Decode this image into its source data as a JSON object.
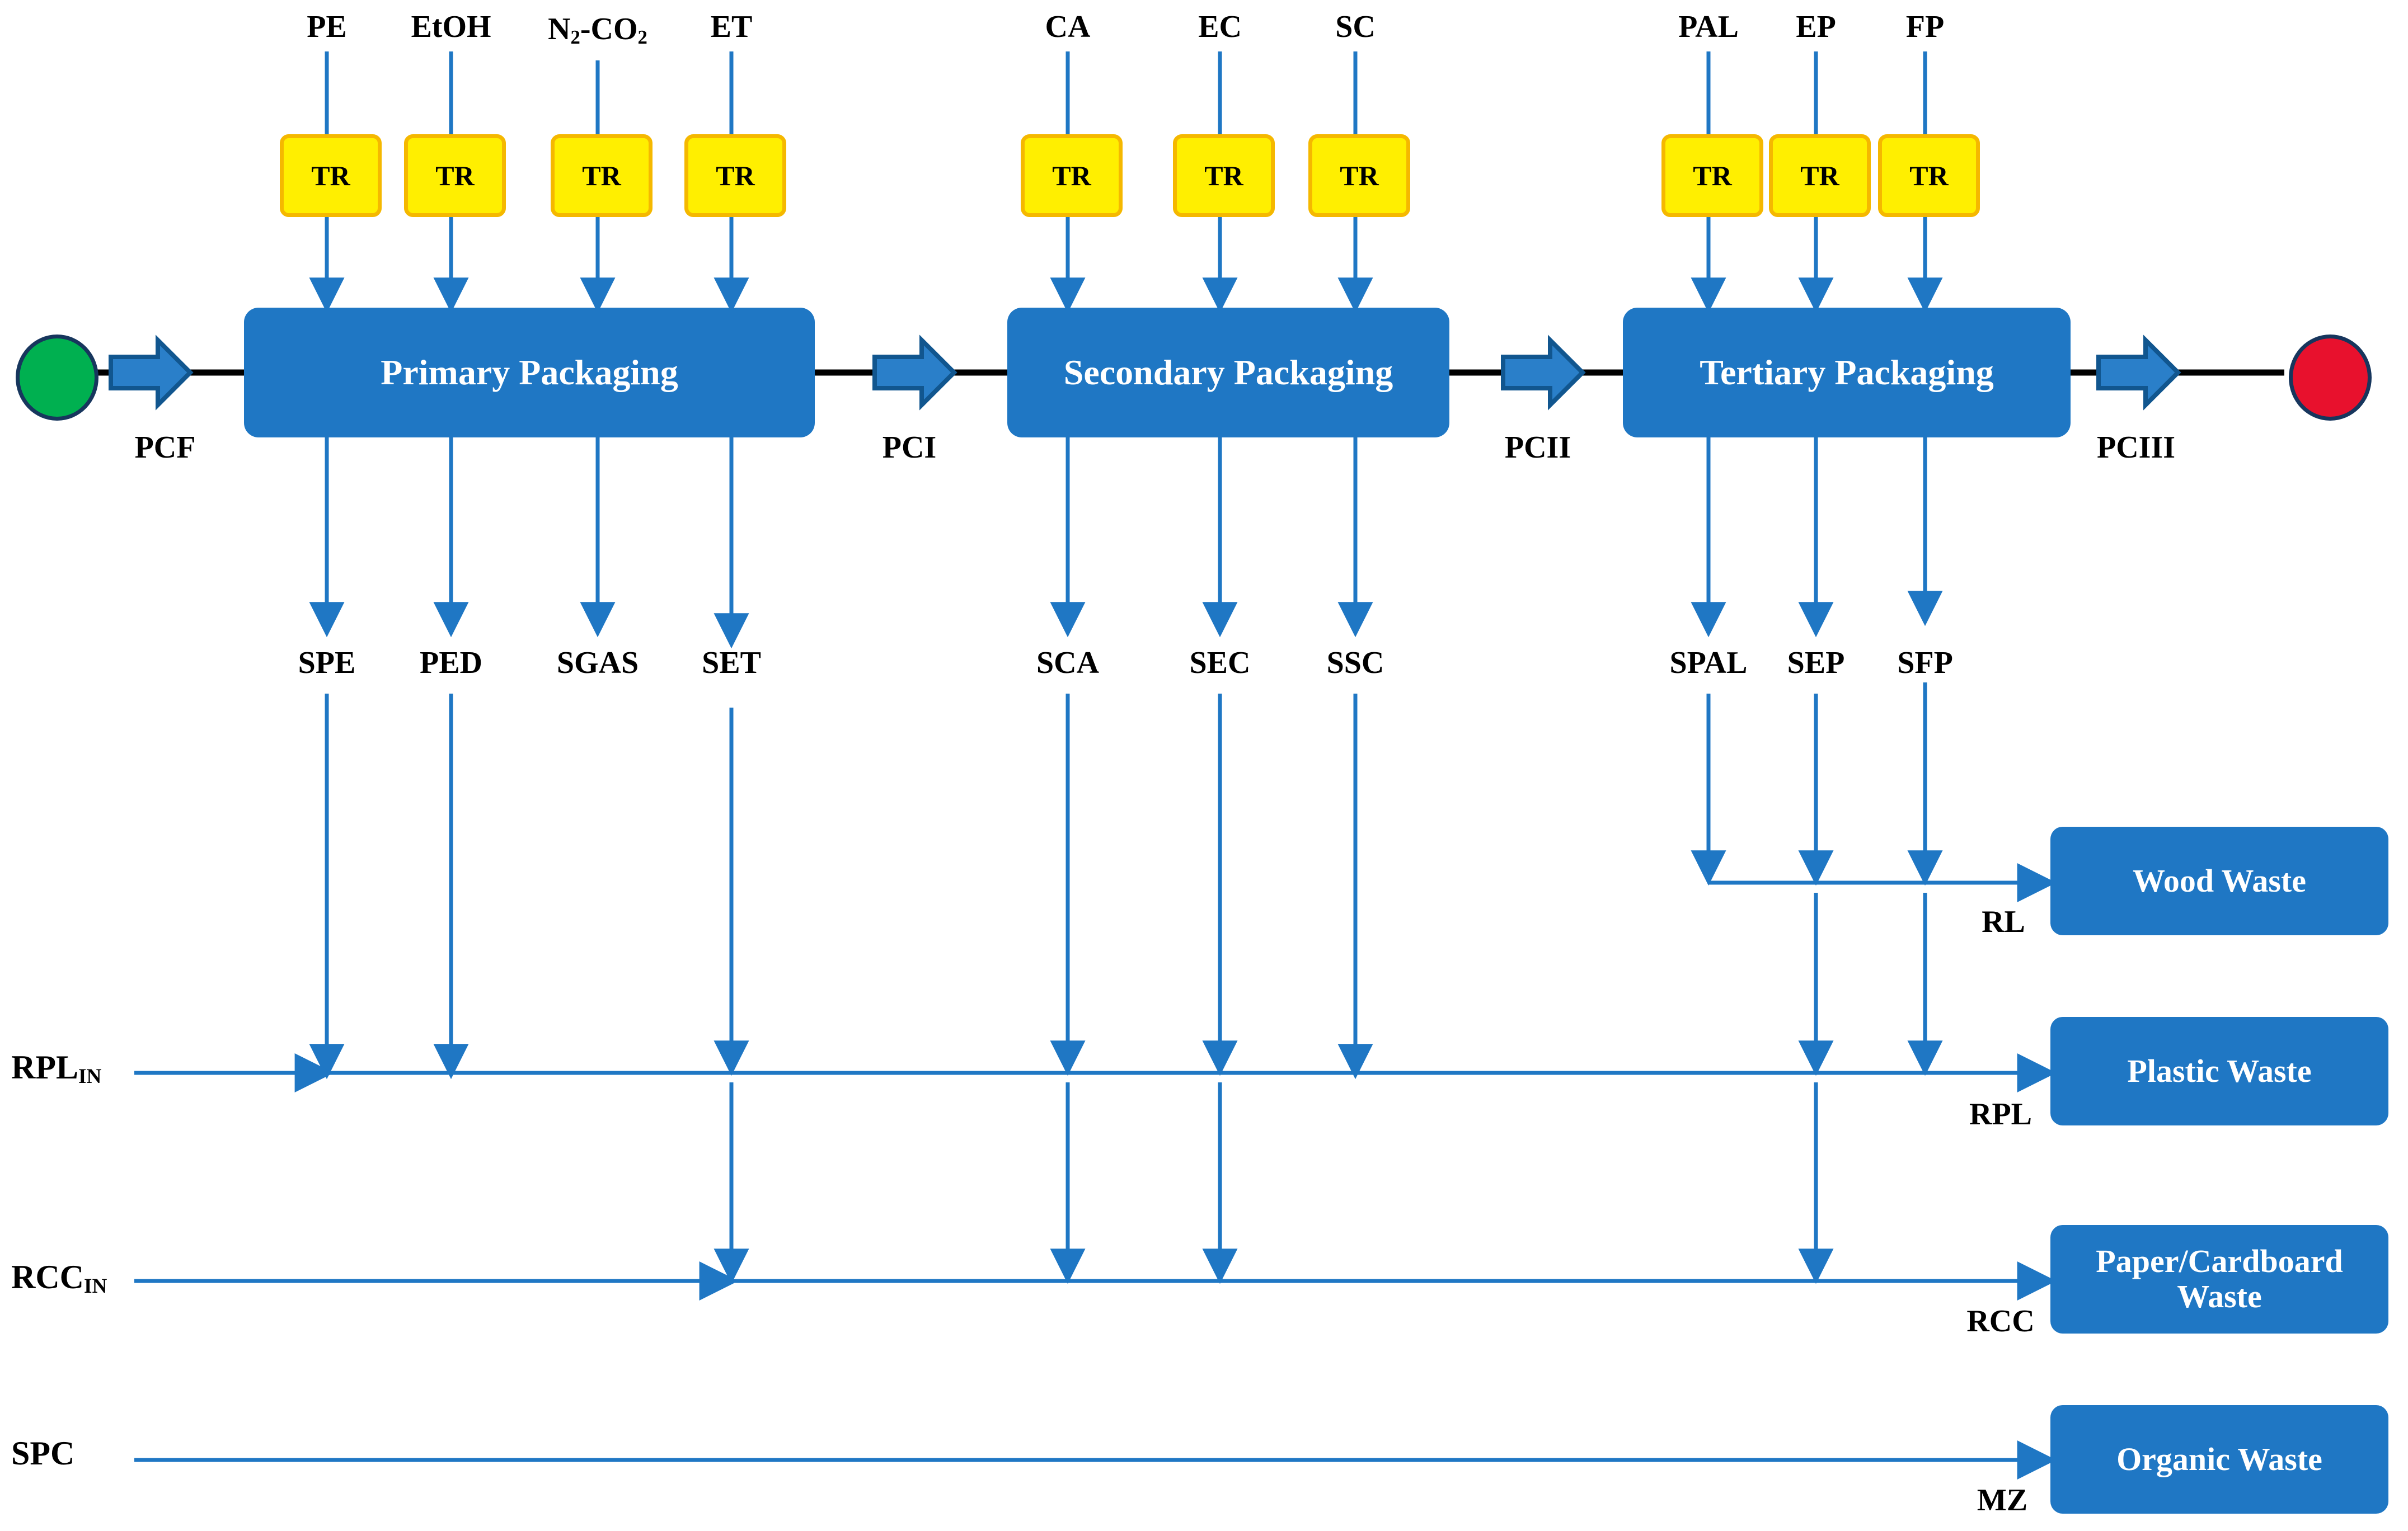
{
  "colors": {
    "process_blue": "#1f77c4",
    "arrow_blue": "#1f77c4",
    "tr_fill": "#ffef00",
    "tr_border": "#f5b800",
    "start_node": "#00b050",
    "end_node": "#e8112d",
    "node_border": "#17365d",
    "black_line": "#000000"
  },
  "processes": [
    {
      "id": "primary",
      "label": "Primary Packaging"
    },
    {
      "id": "secondary",
      "label": "Secondary Packaging"
    },
    {
      "id": "tertiary",
      "label": "Tertiary Packaging"
    }
  ],
  "nodes": {
    "start_label": "",
    "end_label": ""
  },
  "inputs_top": [
    {
      "label": "PE",
      "group": "primary",
      "transport": "TR"
    },
    {
      "label": "EtOH",
      "group": "primary",
      "transport": "TR"
    },
    {
      "label": "N2-CO2",
      "group": "primary",
      "transport": "TR",
      "rich": "N<sub>2</sub>-CO<sub>2</sub>"
    },
    {
      "label": "ET",
      "group": "primary",
      "transport": "TR"
    },
    {
      "label": "CA",
      "group": "secondary",
      "transport": "TR"
    },
    {
      "label": "EC",
      "group": "secondary",
      "transport": "TR"
    },
    {
      "label": "SC",
      "group": "secondary",
      "transport": "TR"
    },
    {
      "label": "PAL",
      "group": "tertiary",
      "transport": "TR"
    },
    {
      "label": "EP",
      "group": "tertiary",
      "transport": "TR"
    },
    {
      "label": "FP",
      "group": "tertiary",
      "transport": "TR"
    }
  ],
  "transport_label": "TR",
  "flow_labels": [
    {
      "id": "pcf",
      "label": "PCF"
    },
    {
      "id": "pci",
      "label": "PCI"
    },
    {
      "id": "pcii",
      "label": "PCII"
    },
    {
      "id": "pciii",
      "label": "PCIII"
    }
  ],
  "outputs": [
    {
      "label": "SPE",
      "group": "primary"
    },
    {
      "label": "PED",
      "group": "primary"
    },
    {
      "label": "SGAS",
      "group": "primary"
    },
    {
      "label": "SET",
      "group": "primary"
    },
    {
      "label": "SCA",
      "group": "secondary"
    },
    {
      "label": "SEC",
      "group": "secondary"
    },
    {
      "label": "SSC",
      "group": "secondary"
    },
    {
      "label": "SPAL",
      "group": "tertiary"
    },
    {
      "label": "SEP",
      "group": "tertiary"
    },
    {
      "label": "SFP",
      "group": "tertiary"
    }
  ],
  "recycle_inputs": [
    {
      "id": "rpl_in",
      "label": "RPL",
      "subscript": "IN"
    },
    {
      "id": "rcc_in",
      "label": "RCC",
      "subscript": "IN"
    },
    {
      "id": "spc",
      "label": "SPC",
      "subscript": ""
    }
  ],
  "waste_streams": [
    {
      "id": "rl",
      "stream_label": "RL",
      "box_label": "Wood Waste"
    },
    {
      "id": "rpl",
      "stream_label": "RPL",
      "box_label": "Plastic Waste"
    },
    {
      "id": "rcc",
      "stream_label": "RCC",
      "box_label": "Paper/Cardboard Waste"
    },
    {
      "id": "mz",
      "stream_label": "MZ",
      "box_label": "Organic Waste"
    }
  ]
}
